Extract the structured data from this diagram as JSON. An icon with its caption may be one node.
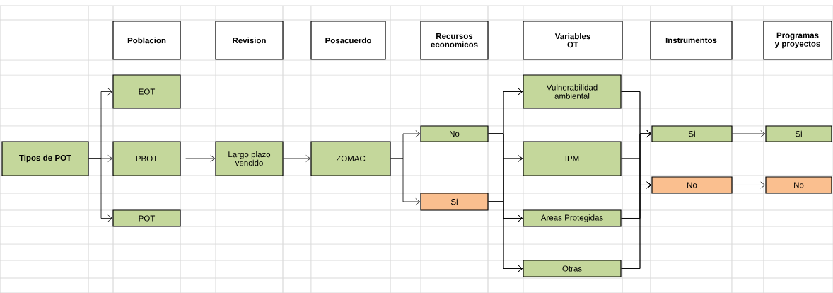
{
  "diagram": {
    "nodes": [
      {
        "text": [
          "Poblacion"
        ]
      },
      {
        "text": [
          "Revision"
        ]
      },
      {
        "text": [
          "Posacuerdo"
        ]
      },
      {
        "text": [
          "Recursos economicos"
        ]
      },
      {
        "text": [
          "Variables OT"
        ]
      },
      {
        "text": [
          "Instrumentos"
        ]
      },
      {
        "text": [
          "Programas y proyectos"
        ]
      },
      {
        "text": [
          "Tipos de POT"
        ]
      },
      {
        "text": [
          "EOT"
        ]
      },
      {
        "text": [
          "PBOT"
        ]
      },
      {
        "text": [
          "POT"
        ]
      },
      {
        "text": [
          "Largo plazo vencido"
        ]
      },
      {
        "text": [
          "ZOMAC"
        ]
      },
      {
        "text": [
          "No"
        ]
      },
      {
        "text": [
          "Si"
        ]
      },
      {
        "text": [
          "Vulnerabilidad ambiental"
        ]
      },
      {
        "text": [
          "IPM"
        ]
      },
      {
        "text": [
          "Areas Protegidas"
        ]
      },
      {
        "text": [
          "Otras"
        ]
      },
      {
        "text": [
          "Si"
        ]
      },
      {
        "text": [
          "No"
        ]
      },
      {
        "text": [
          "Si"
        ]
      },
      {
        "text": [
          "No"
        ]
      }
    ],
    "edges": [
      {
        "from": 7,
        "to": 8,
        "arrow": "to"
      },
      {
        "from": 7,
        "to": 9,
        "arrow": "to"
      },
      {
        "from": 7,
        "to": 10,
        "arrow": "to"
      },
      {
        "from": 9,
        "to": 11,
        "arrow": "to"
      },
      {
        "from": 11,
        "to": 12,
        "arrow": "to"
      },
      {
        "from": 12,
        "to": 13,
        "arrow": "to"
      },
      {
        "from": 12,
        "to": 14,
        "arrow": "to"
      },
      {
        "from": 13,
        "to": 15,
        "arrow": "to"
      },
      {
        "from": 13,
        "to": 16,
        "arrow": "to"
      },
      {
        "from": 13,
        "to": 17,
        "arrow": "to"
      },
      {
        "from": 13,
        "to": 18,
        "arrow": "to"
      },
      {
        "from": 14,
        "to": 15,
        "arrow": "to"
      },
      {
        "from": 14,
        "to": 16,
        "arrow": "to"
      },
      {
        "from": 14,
        "to": 17,
        "arrow": "to"
      },
      {
        "from": 14,
        "to": 18,
        "arrow": "to"
      },
      {
        "from": 15,
        "to": 19,
        "arrow": "to"
      },
      {
        "from": 15,
        "to": 20,
        "arrow": "to"
      },
      {
        "from": 16,
        "to": 19,
        "arrow": "to"
      },
      {
        "from": 16,
        "to": 20,
        "arrow": "to"
      },
      {
        "from": 17,
        "to": 19,
        "arrow": "to"
      },
      {
        "from": 17,
        "to": 20,
        "arrow": "to"
      },
      {
        "from": 18,
        "to": 19,
        "arrow": "to"
      },
      {
        "from": 18,
        "to": 20,
        "arrow": "to"
      },
      {
        "from": 19,
        "to": 21,
        "arrow": "to"
      },
      {
        "from": 20,
        "to": 22,
        "arrow": "to"
      }
    ]
  }
}
